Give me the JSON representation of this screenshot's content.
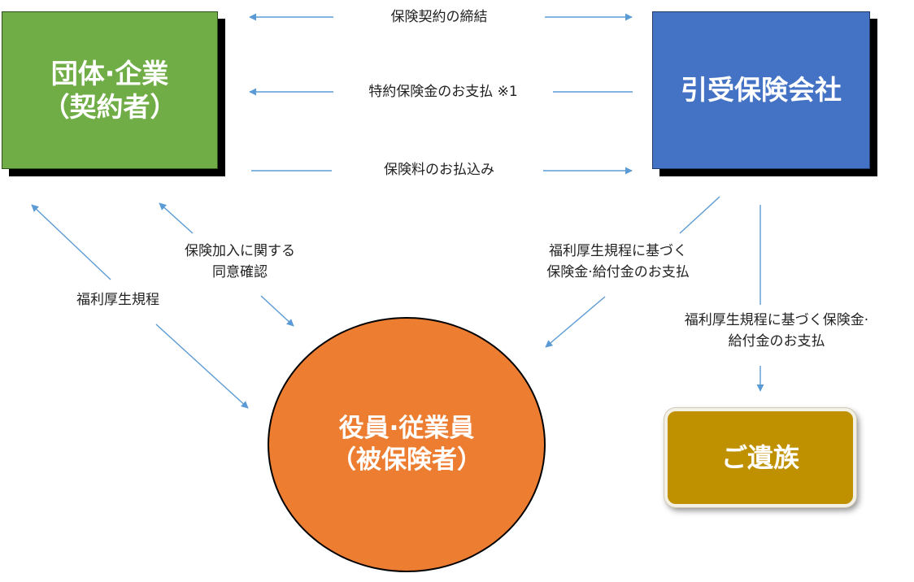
{
  "nodes": {
    "company": {
      "line1": "団体·企業",
      "line2": "（契約者）"
    },
    "insurer": {
      "line1": "引受保険会社"
    },
    "employee": {
      "line1": "役員·従業員",
      "line2": "（被保険者）"
    },
    "family": {
      "line1": "ご遺族"
    }
  },
  "edges": {
    "contract": "保険契約の締結",
    "special_payout": "特約保険金のお支払 ※1",
    "premium": "保険料のお払込み",
    "consent": {
      "line1": "保険加入に関する",
      "line2": "同意確認"
    },
    "welfare_rules": "福利厚生規程",
    "payout_employee": {
      "line1": "福利厚生規程に基づく",
      "line2": "保険金·給付金のお支払"
    },
    "payout_family": {
      "line1": "福利厚生規程に基づく保険金·",
      "line2": "給付金のお支払"
    }
  },
  "colors": {
    "company": "#70ad47",
    "insurer": "#4472c4",
    "employee": "#ed7d31",
    "family": "#bf9000",
    "arrow": "#5b9bd5"
  }
}
